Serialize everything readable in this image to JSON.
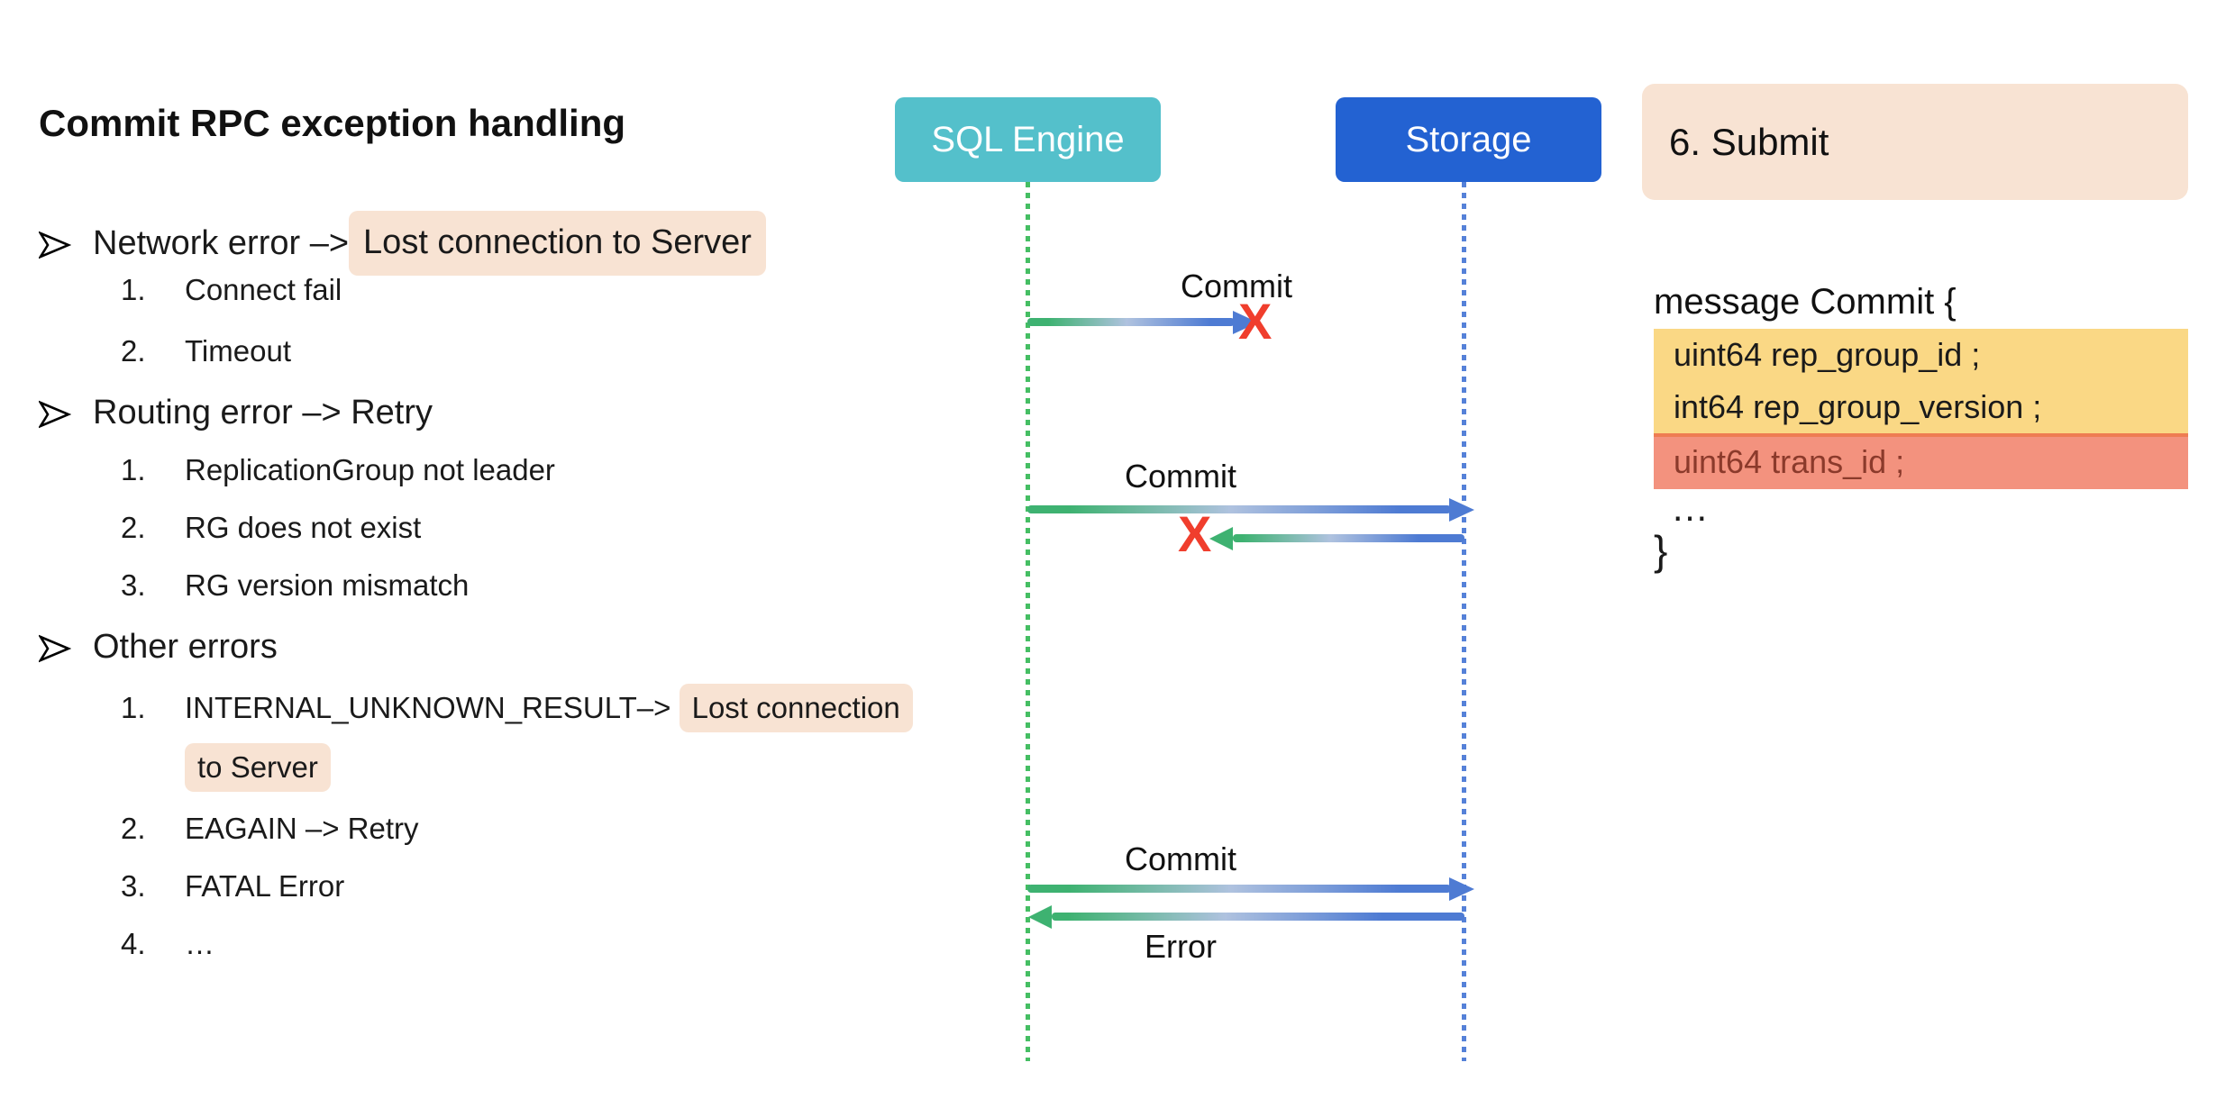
{
  "title": "Commit RPC exception handling",
  "outline": {
    "bullet1": {
      "plain": "Network error –> ",
      "highlight": "Lost connection to Server",
      "items": [
        {
          "num": "1.",
          "text": "Connect fail"
        },
        {
          "num": "2.",
          "text": "Timeout"
        }
      ]
    },
    "bullet2": {
      "plain": "Routing error –> Retry",
      "items": [
        {
          "num": "1.",
          "text": "ReplicationGroup not leader"
        },
        {
          "num": "2.",
          "text": "RG does not exist"
        },
        {
          "num": "3.",
          "text": "RG version mismatch"
        }
      ]
    },
    "bullet3": {
      "plain": "Other errors",
      "items": [
        {
          "num": "1.",
          "text": "INTERNAL_UNKNOWN_RESULT–> ",
          "highlight": "Lost connection",
          "highlight2": "to Server"
        },
        {
          "num": "2.",
          "text": "EAGAIN –> Retry"
        },
        {
          "num": "3.",
          "text": "FATAL Error"
        },
        {
          "num": "4.",
          "text": "…"
        }
      ]
    }
  },
  "diagram": {
    "agents": [
      {
        "label": "SQL Engine"
      },
      {
        "label": "Storage"
      }
    ],
    "badge": "6. Submit",
    "messages": [
      {
        "label": "Commit"
      },
      {
        "label": "Commit"
      },
      {
        "label": "Commit"
      },
      {
        "label": "Error"
      }
    ],
    "x_glyph": "X"
  },
  "proto": {
    "header": "message Commit {",
    "fields": [
      {
        "text": "uint64 rep_group_id ;"
      },
      {
        "text": "int64 rep_group_version ;"
      },
      {
        "text": "uint64 trans_id ;"
      }
    ],
    "ellipsis": "…",
    "close": "}"
  },
  "colors": {
    "teal": "#54C0CB",
    "blue": "#2362D2",
    "peach": "#F8E3D3",
    "yellow": "#FAD885",
    "salmon": "#F3927E",
    "salmon-border": "#EE7C52",
    "salmon-text": "#8B3A2B",
    "green": "#3EB271",
    "arrow-blue": "#4E7BD3",
    "life-green": "#45BE63",
    "life-blue": "#5581D8",
    "x-red": "#F03E2D"
  }
}
